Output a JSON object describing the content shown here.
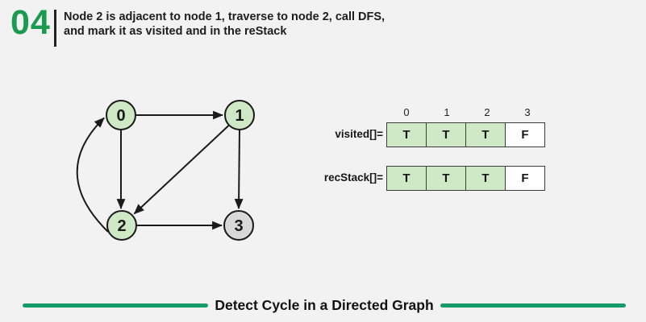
{
  "colors": {
    "background": "#f2f2f2",
    "accent_green": "#1b9b51",
    "line_green": "#159a6c",
    "node_stroke": "#1a1a1a",
    "cell_border": "#3c3c3c",
    "cell_green": "#cfe8c5",
    "text_dark": "#1d1d1d"
  },
  "header": {
    "step_number": "04",
    "description_lines": [
      "Node 2 is adjacent to node 1, traverse to node 2, call DFS,",
      "and mark it as visited and in the reStack"
    ]
  },
  "graph": {
    "nodes": [
      {
        "label": "0",
        "state": "visited",
        "fill": "#cfe8c5"
      },
      {
        "label": "1",
        "state": "visited",
        "fill": "#cfe8c5"
      },
      {
        "label": "2",
        "state": "visited",
        "fill": "#cfe8c5"
      },
      {
        "label": "3",
        "state": "unvisited",
        "fill": "#d8d8d8"
      }
    ],
    "edges": [
      {
        "from": "0",
        "to": "1"
      },
      {
        "from": "0",
        "to": "2"
      },
      {
        "from": "1",
        "to": "2"
      },
      {
        "from": "1",
        "to": "3"
      },
      {
        "from": "2",
        "to": "3"
      },
      {
        "from": "2",
        "to": "0",
        "shape": "curved"
      }
    ]
  },
  "arrays": {
    "index_labels": [
      "0",
      "1",
      "2",
      "3"
    ],
    "visited": {
      "label": "visited[]=",
      "values": [
        "T",
        "T",
        "T",
        "F"
      ],
      "highlighted": [
        true,
        true,
        true,
        false
      ]
    },
    "recstack": {
      "label": "recStack[]=",
      "values": [
        "T",
        "T",
        "T",
        "F"
      ],
      "highlighted": [
        true,
        true,
        true,
        false
      ]
    }
  },
  "footer": {
    "title": "Detect Cycle in a Directed Graph"
  }
}
